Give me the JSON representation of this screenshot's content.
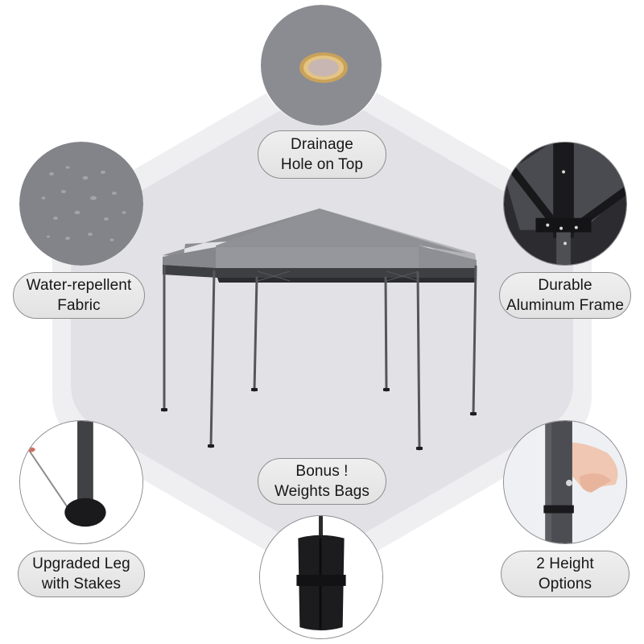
{
  "colors": {
    "hexagon_fill": "#e2e2e6",
    "hexagon_halo": "#efeff1",
    "canopy_gray": "#8e8f94",
    "canopy_dark": "#3a3b3f",
    "frame_black": "#1e1e20",
    "label_fill": "#e8e8e8",
    "label_border": "#8e8e8e",
    "grommet_gold": "#c9a25a"
  },
  "center_product": {
    "name": "hexagonal pop-up gazebo canopy",
    "icon": "gazebo-icon"
  },
  "features": [
    {
      "id": "drainage",
      "line1": "Drainage",
      "line2": "Hole on Top",
      "icon": "grommet-icon"
    },
    {
      "id": "water",
      "line1": "Water-repellent",
      "line2": "Fabric",
      "icon": "water-droplets-icon"
    },
    {
      "id": "frame",
      "line1": "Durable",
      "line2": "Aluminum Frame",
      "icon": "frame-joint-icon"
    },
    {
      "id": "leg",
      "line1": "Upgraded Leg",
      "line2": "with Stakes",
      "icon": "leg-stake-icon"
    },
    {
      "id": "weights",
      "line1": "Bonus !",
      "line2": "Weights Bags",
      "icon": "weight-bag-icon"
    },
    {
      "id": "height",
      "line1": "2 Height",
      "line2": "Options",
      "icon": "height-adjust-icon"
    }
  ]
}
